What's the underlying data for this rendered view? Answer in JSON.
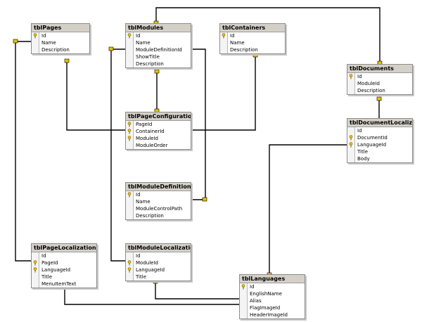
{
  "colors": {
    "header_bg": "#d4d0c8",
    "border": "#8c8c8c",
    "key": "#e8c000",
    "line": "#000000"
  },
  "tables": [
    {
      "name": "tblPages",
      "fields": [
        {
          "name": "Id",
          "key": true
        },
        {
          "name": "Name",
          "key": false
        },
        {
          "name": "Description",
          "key": false
        }
      ]
    },
    {
      "name": "tblModules",
      "fields": [
        {
          "name": "Id",
          "key": true
        },
        {
          "name": "Name",
          "key": false
        },
        {
          "name": "ModuleDefinitionId",
          "key": false
        },
        {
          "name": "ShowTitle",
          "key": false
        },
        {
          "name": "Description",
          "key": false
        }
      ]
    },
    {
      "name": "tblContainers",
      "fields": [
        {
          "name": "Id",
          "key": true
        },
        {
          "name": "Name",
          "key": false
        },
        {
          "name": "Description",
          "key": false
        }
      ]
    },
    {
      "name": "tblDocuments",
      "fields": [
        {
          "name": "Id",
          "key": true
        },
        {
          "name": "ModuleId",
          "key": false
        },
        {
          "name": "Description",
          "key": false
        }
      ]
    },
    {
      "name": "tblPageConfigurations",
      "fields": [
        {
          "name": "PageId",
          "key": true
        },
        {
          "name": "ContainerId",
          "key": true
        },
        {
          "name": "ModuleId",
          "key": true
        },
        {
          "name": "ModuleOrder",
          "key": false
        }
      ]
    },
    {
      "name": "tblDocumentLocalizatio",
      "fields": [
        {
          "name": "Id",
          "key": false
        },
        {
          "name": "DocumentId",
          "key": true
        },
        {
          "name": "LanguageId",
          "key": true
        },
        {
          "name": "Title",
          "key": false
        },
        {
          "name": "Body",
          "key": false
        }
      ]
    },
    {
      "name": "tblModuleDefinitions",
      "fields": [
        {
          "name": "Id",
          "key": true
        },
        {
          "name": "Name",
          "key": false
        },
        {
          "name": "ModuleControlPath",
          "key": false
        },
        {
          "name": "Description",
          "key": false
        }
      ]
    },
    {
      "name": "tblPageLocalizations",
      "fields": [
        {
          "name": "Id",
          "key": false
        },
        {
          "name": "PageId",
          "key": true
        },
        {
          "name": "LanguageId",
          "key": true
        },
        {
          "name": "Title",
          "key": false
        },
        {
          "name": "MenuItemText",
          "key": false
        }
      ]
    },
    {
      "name": "tblModuleLocalizations",
      "fields": [
        {
          "name": "Id",
          "key": false
        },
        {
          "name": "ModuleId",
          "key": true
        },
        {
          "name": "LanguageId",
          "key": true
        },
        {
          "name": "Title",
          "key": false
        }
      ]
    },
    {
      "name": "tblLanguages",
      "fields": [
        {
          "name": "Id",
          "key": true
        },
        {
          "name": "EnglishName",
          "key": false
        },
        {
          "name": "Alias",
          "key": false
        },
        {
          "name": "FlagImageId",
          "key": false
        },
        {
          "name": "HeaderImageId",
          "key": false
        }
      ]
    }
  ]
}
